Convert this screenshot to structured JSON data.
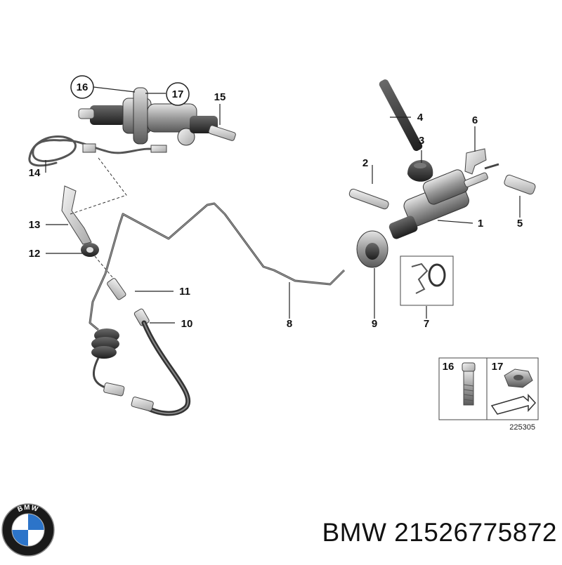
{
  "callouts": {
    "c1": "1",
    "c2": "2",
    "c3": "3",
    "c4": "4",
    "c5": "5",
    "c6": "6",
    "c7": "7",
    "c8": "8",
    "c9": "9",
    "c10": "10",
    "c11": "11",
    "c12": "12",
    "c13": "13",
    "c14": "14",
    "c15": "15",
    "c16": "16",
    "c17": "17"
  },
  "inset": {
    "label_a": "16",
    "label_b": "17"
  },
  "drawing_number": "225305",
  "logo": {
    "text": "BMW",
    "colors": {
      "ring": "#1a1a1a",
      "blue": "#2c74c9",
      "white": "#ffffff"
    }
  },
  "part_number_label": "BMW 21526775872"
}
